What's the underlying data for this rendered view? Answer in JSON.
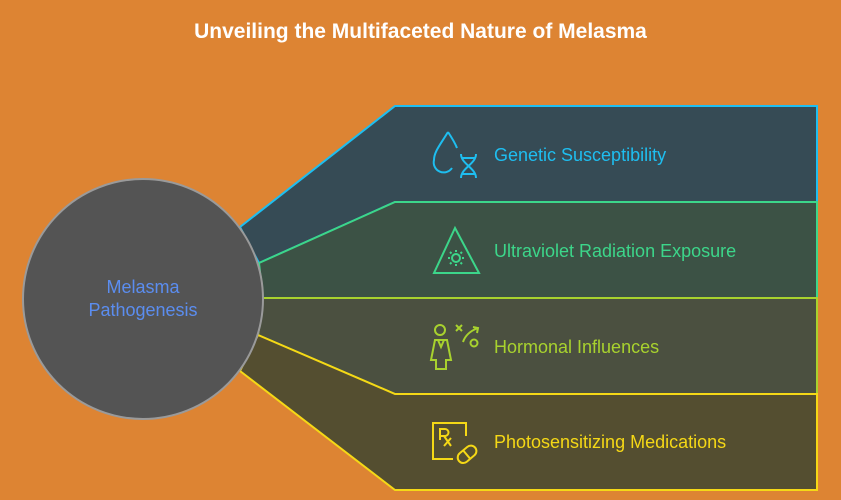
{
  "title": "Unveiling the Multifaceted Nature of Melasma",
  "center": {
    "line1": "Melasma",
    "line2": "Pathogenesis"
  },
  "items": [
    {
      "label": "Genetic Susceptibility",
      "icon": "dna-drop-icon",
      "color": "#1EBEF0"
    },
    {
      "label": "Ultraviolet Radiation Exposure",
      "icon": "uv-warning-icon",
      "color": "#3CD68A"
    },
    {
      "label": "Hormonal Influences",
      "icon": "hormone-person-icon",
      "color": "#A8D22E"
    },
    {
      "label": "Photosensitizing Medications",
      "icon": "prescription-pill-icon",
      "color": "#F5D816"
    }
  ]
}
